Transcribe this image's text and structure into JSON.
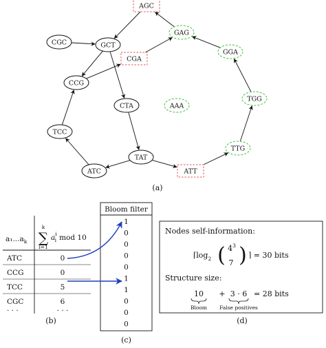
{
  "graph": {
    "nodes": [
      {
        "id": "AGC",
        "label": "AGC",
        "style": "red-box"
      },
      {
        "id": "CGC",
        "label": "CGC",
        "style": "ellipse"
      },
      {
        "id": "GCT",
        "label": "GCT",
        "style": "ellipse"
      },
      {
        "id": "GAG",
        "label": "GAG",
        "style": "green-ellipse"
      },
      {
        "id": "CGA",
        "label": "CGA",
        "style": "red-box"
      },
      {
        "id": "GGA",
        "label": "GGA",
        "style": "green-ellipse"
      },
      {
        "id": "CCG",
        "label": "CCG",
        "style": "ellipse"
      },
      {
        "id": "CTA",
        "label": "CTA",
        "style": "ellipse"
      },
      {
        "id": "AAA",
        "label": "AAA",
        "style": "green-ellipse"
      },
      {
        "id": "TGG",
        "label": "TGG",
        "style": "green-ellipse"
      },
      {
        "id": "TCC",
        "label": "TCC",
        "style": "ellipse"
      },
      {
        "id": "TTG",
        "label": "TTG",
        "style": "green-ellipse"
      },
      {
        "id": "TAT",
        "label": "TAT",
        "style": "ellipse"
      },
      {
        "id": "ATC",
        "label": "ATC",
        "style": "ellipse"
      },
      {
        "id": "ATT",
        "label": "ATT",
        "style": "red-box"
      }
    ],
    "edges": [
      [
        "AGC",
        "GCT"
      ],
      [
        "CGC",
        "GCT"
      ],
      [
        "GAG",
        "AGC"
      ],
      [
        "GCT",
        "CCG"
      ],
      [
        "GCT",
        "CTA"
      ],
      [
        "CCG",
        "CGA"
      ],
      [
        "CGA",
        "GAG"
      ],
      [
        "GGA",
        "GAG"
      ],
      [
        "TGG",
        "GGA"
      ],
      [
        "TTG",
        "TGG"
      ],
      [
        "ATT",
        "TTG"
      ],
      [
        "TAT",
        "ATT"
      ],
      [
        "CTA",
        "TAT"
      ],
      [
        "TAT",
        "ATC"
      ],
      [
        "ATC",
        "TCC"
      ],
      [
        "TCC",
        "CCG"
      ]
    ],
    "caption": "(a)"
  },
  "panel_b": {
    "col1_header": "a₁...a",
    "col1_header_sub": "k",
    "sum_upper": "k",
    "sum_lower": "i=1",
    "sum_expr": "a",
    "sum_expr_sup": "i",
    "sum_expr_sub": "i",
    "sum_mod": "mod 10",
    "rows": [
      {
        "kmer": "ATC",
        "value": "0"
      },
      {
        "kmer": "CCG",
        "value": "0"
      },
      {
        "kmer": "TCC",
        "value": "5"
      },
      {
        "kmer": "CGC",
        "value": "6"
      },
      {
        "kmer": "· · ·",
        "value": "· · ·"
      }
    ],
    "caption": "(b)"
  },
  "panel_c": {
    "title": "Bloom filter",
    "bits": [
      "1",
      "0",
      "0",
      "0",
      "0",
      "1",
      "1",
      "0",
      "0",
      "0"
    ],
    "caption": "(c)"
  },
  "panel_d": {
    "heading": "Nodes self-information:",
    "formula_log": "⌈log",
    "formula_log_sub": "2",
    "binom_top": "4",
    "binom_top_sup": "3",
    "binom_bottom": "7",
    "formula_result": "⌉ = 30 bits",
    "structure_heading": "Structure size:",
    "term1": "10",
    "term1_label": "Bloom",
    "plus": "+",
    "term2": "3 · 6",
    "term2_label": "False positives",
    "total": "= 28 bits",
    "caption": "(d)"
  },
  "colors": {
    "arrow": "#1f3fbf",
    "red_box": "#e05555",
    "green_ellipse": "#3ec43e",
    "ink": "#111111"
  }
}
